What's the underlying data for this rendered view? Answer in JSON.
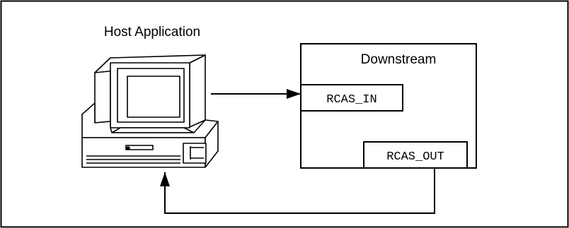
{
  "host": {
    "label": "Host Application",
    "icon": "desktop-computer-icon"
  },
  "block": {
    "title": "Downstream",
    "input_label": "RCAS_IN",
    "output_label": "RCAS_OUT"
  },
  "colors": {
    "stroke": "#000000",
    "background": "#ffffff",
    "screen": "#ffffff"
  }
}
